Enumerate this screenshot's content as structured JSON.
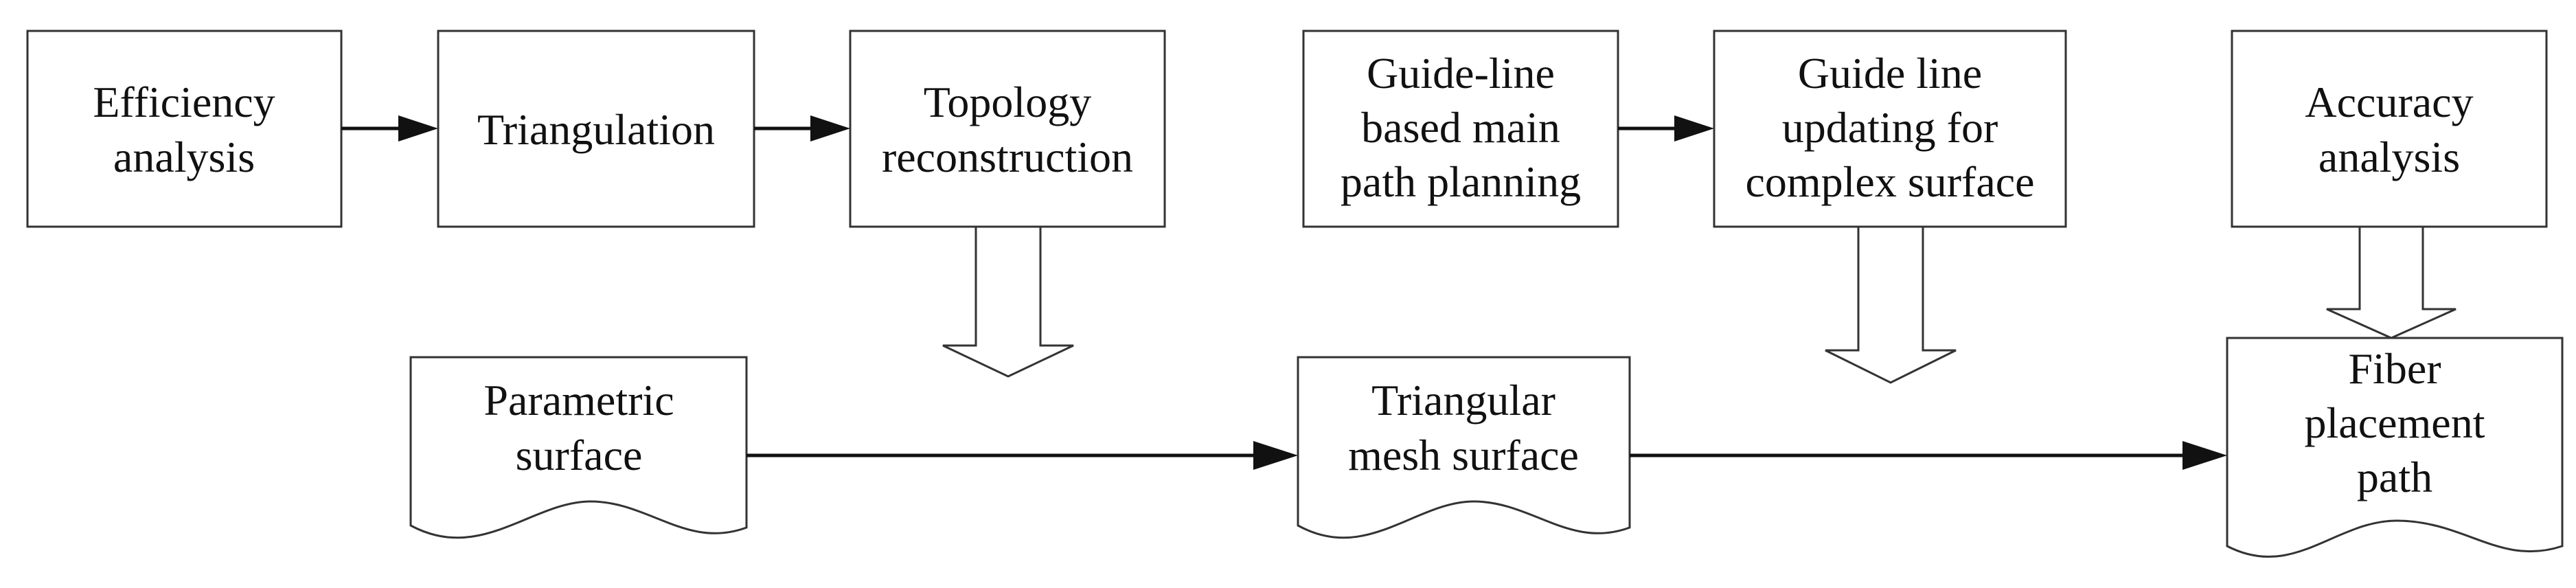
{
  "nodes": {
    "efficiency": [
      "Efficiency",
      "analysis"
    ],
    "triangulation": [
      "Triangulation"
    ],
    "topology": [
      "Topology",
      "reconstruction"
    ],
    "guide_main": [
      "Guide-line",
      "based main",
      "path planning"
    ],
    "guide_update": [
      "Guide line",
      "updating for",
      "complex surface"
    ],
    "accuracy": [
      "Accuracy",
      "analysis"
    ],
    "parametric": [
      "Parametric",
      "surface"
    ],
    "mesh": [
      "Triangular",
      "mesh surface"
    ],
    "fiber": [
      "Fiber",
      "placement",
      "path"
    ]
  },
  "colors": {
    "stroke": "#333333",
    "arrow": "#111111",
    "fill": "#ffffff",
    "text": "#111111"
  }
}
